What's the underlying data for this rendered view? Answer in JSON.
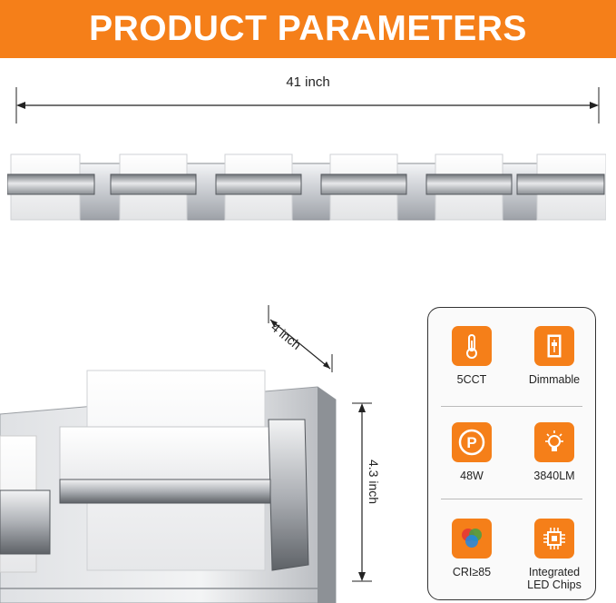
{
  "banner": {
    "title": "PRODUCT PARAMETERS"
  },
  "dimensions": {
    "width": "41 inch",
    "depth": "4 inch",
    "height": "4.3 inch"
  },
  "features": [
    {
      "label": "5CCT",
      "icon": "thermometer-icon"
    },
    {
      "label": "Dimmable",
      "icon": "dimmer-switch-icon"
    },
    {
      "label": "48W",
      "icon": "power-p-icon"
    },
    {
      "label": "3840LM",
      "icon": "light-bulb-icon"
    },
    {
      "label": "CRI≥85",
      "icon": "rgb-color-icon"
    },
    {
      "label": "Integrated LED Chips",
      "label_line1": "Integrated",
      "label_line2": "LED Chips",
      "icon": "chip-icon"
    }
  ],
  "colors": {
    "accent": "#f57f19",
    "chrome": "#c9ccd1"
  }
}
